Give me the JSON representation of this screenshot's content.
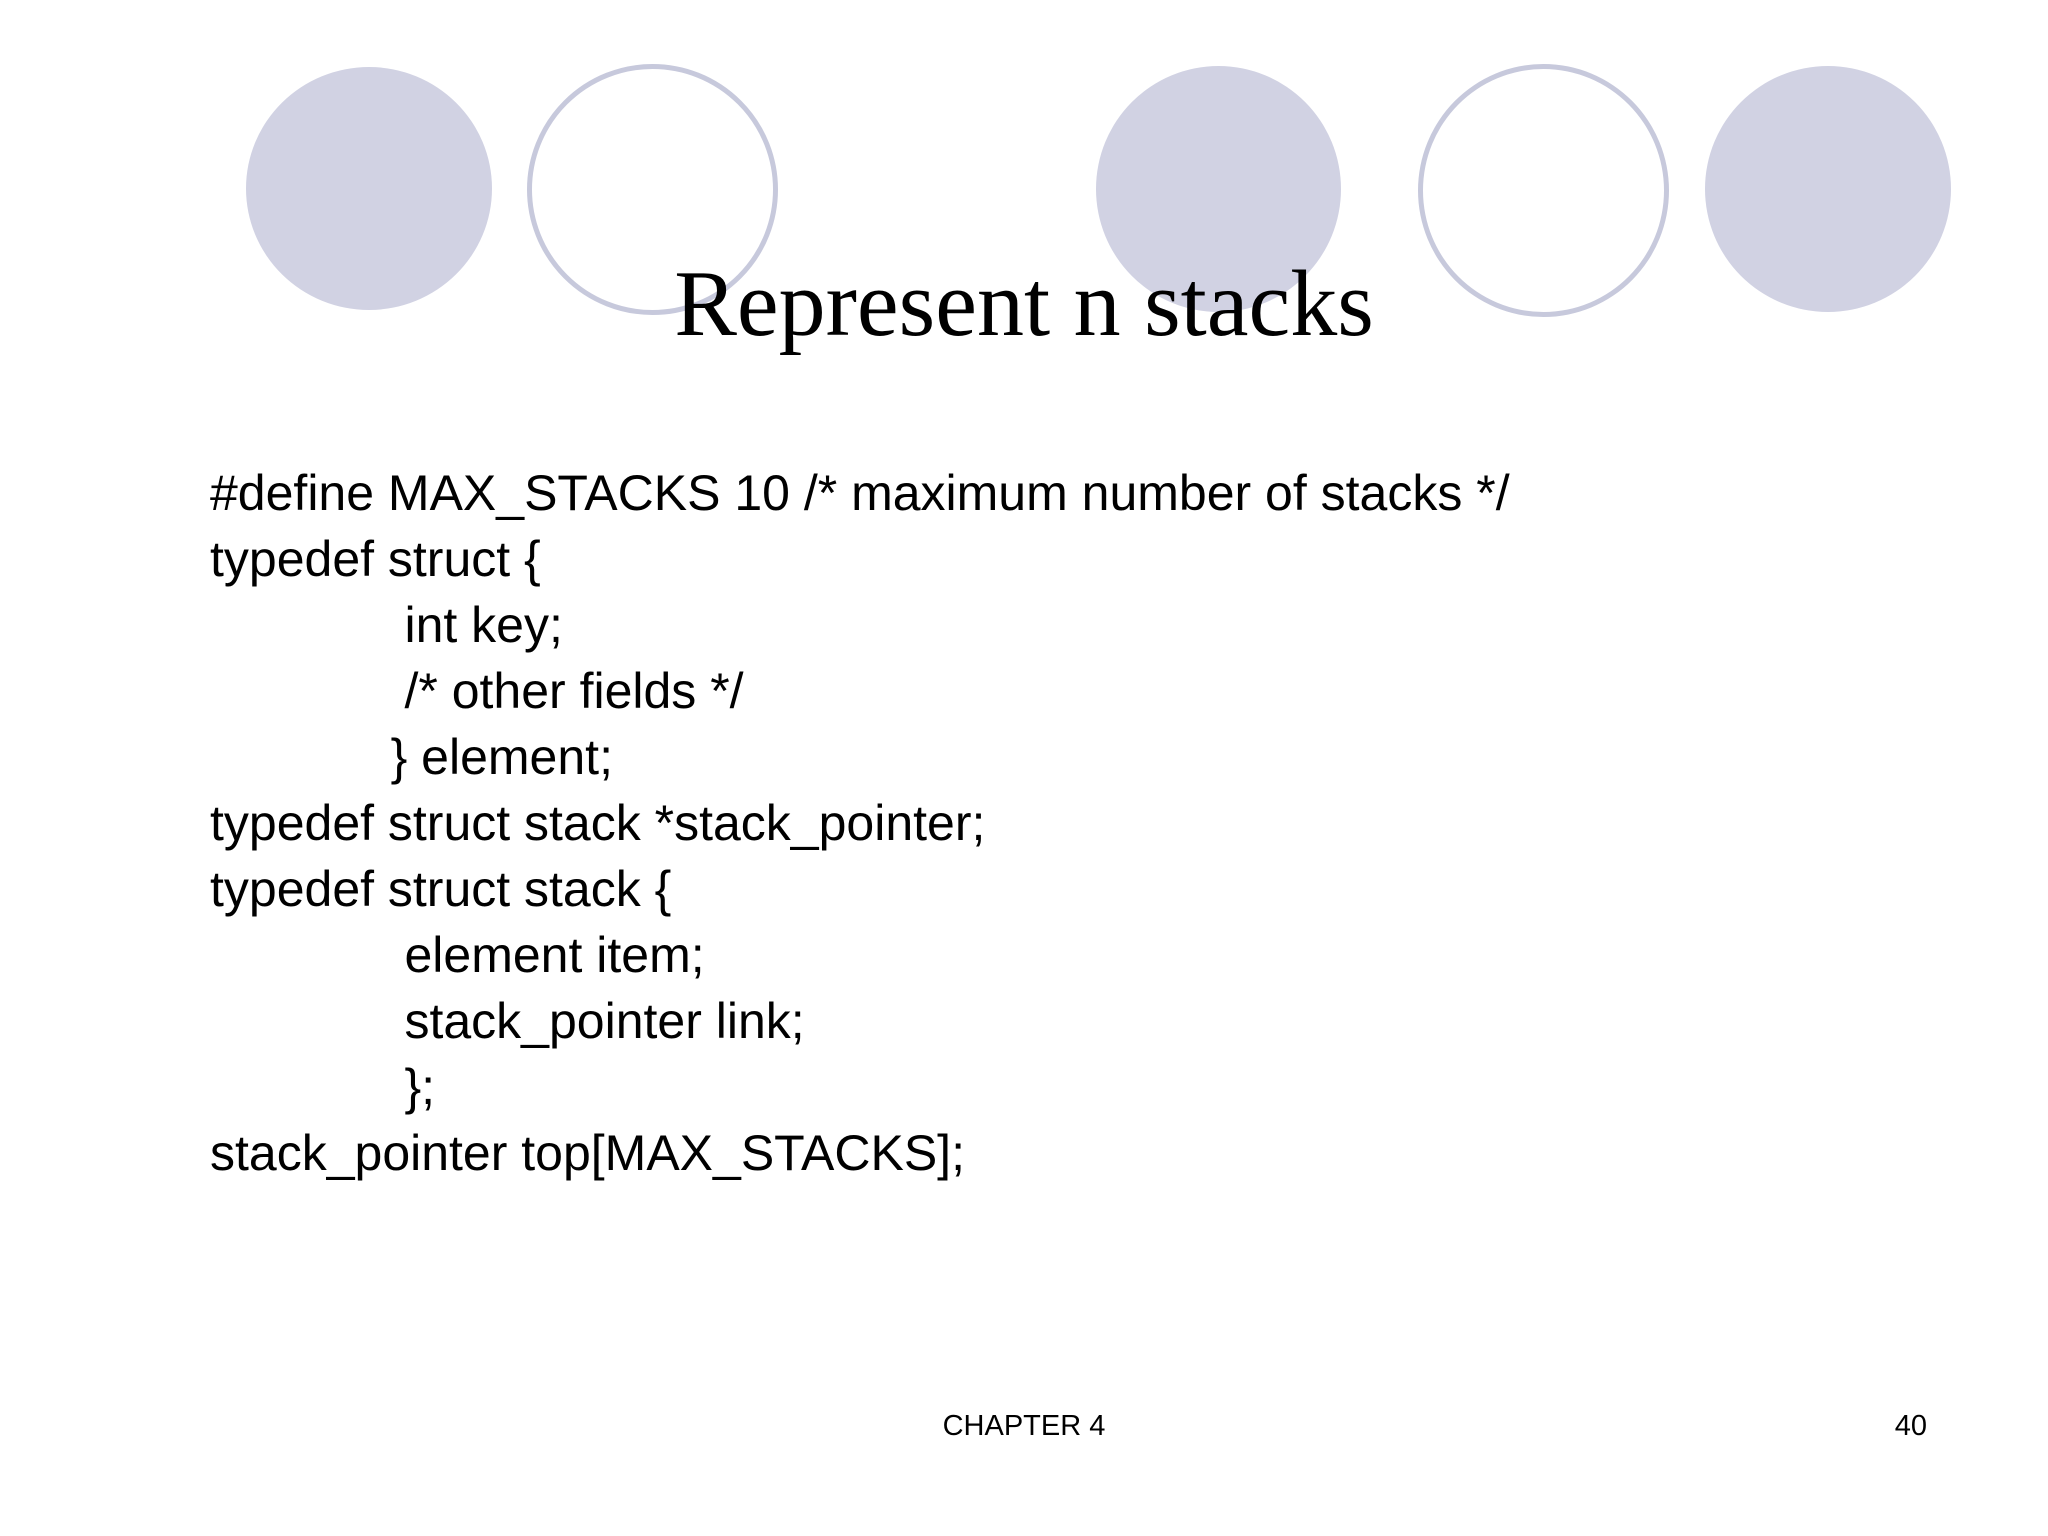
{
  "slide": {
    "title": "Represent n stacks",
    "code": {
      "lines": [
        "#define MAX_STACKS 10 /* maximum number of stacks */",
        "typedef struct {",
        "              int key;",
        "              /* other fields */",
        "             } element;",
        "typedef struct stack *stack_pointer;",
        "typedef struct stack {",
        "              element item;",
        "              stack_pointer link;",
        "              };",
        "stack_pointer top[MAX_STACKS];"
      ]
    },
    "footer": {
      "chapter": "CHAPTER 4",
      "page_number": "40"
    },
    "colors": {
      "background": "#ffffff",
      "text": "#000000",
      "circle_fill": "#d1d2e3",
      "circle_outline": "#c7c9dc"
    }
  }
}
